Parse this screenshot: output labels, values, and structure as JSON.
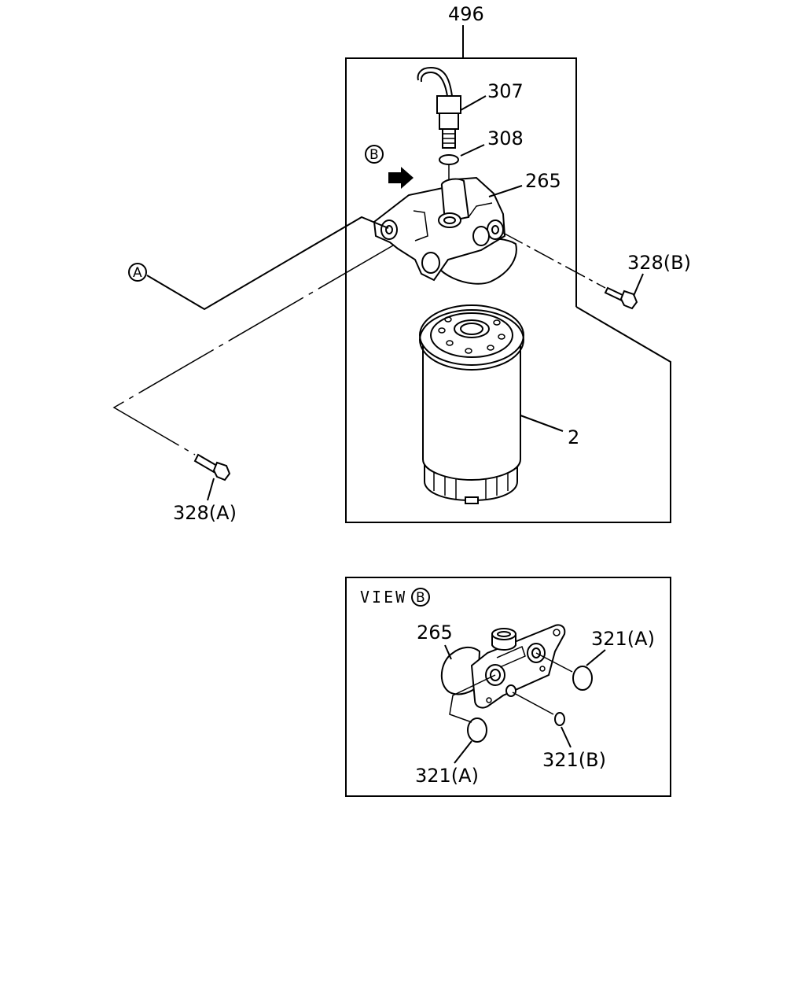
{
  "labels": {
    "assembly": "496",
    "sensor": "307",
    "sensor_ring": "308",
    "filter_head": "265",
    "bolt_b": "328(B)",
    "bolt_a": "328(A)",
    "filter_element": "2",
    "ref_a": "A",
    "ref_b": "B"
  },
  "view_b": {
    "title": "VIEW",
    "ref": "B",
    "filter_head": "265",
    "oring_a_right": "321(A)",
    "oring_a_bottom": "321(A)",
    "oring_b": "321(B)"
  }
}
